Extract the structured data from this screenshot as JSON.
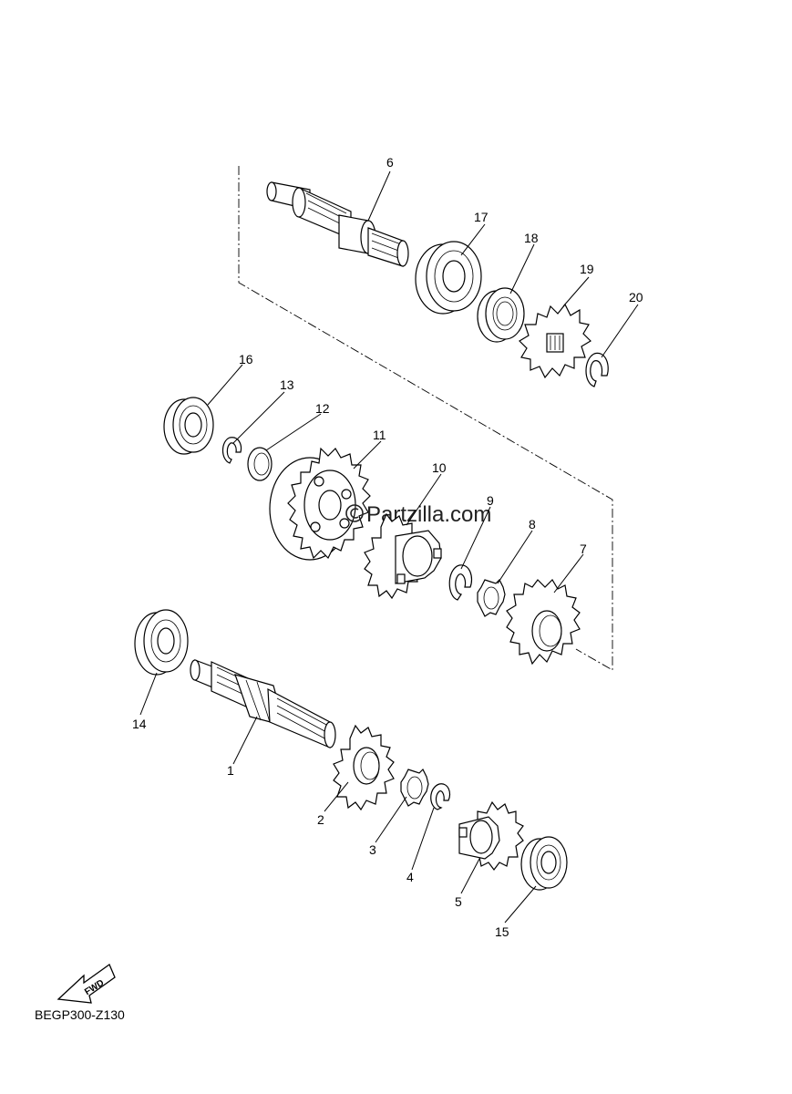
{
  "diagram": {
    "code": "BEGP300-Z130",
    "watermark": "Partzilla.com",
    "fwd_label": "FWD",
    "part_numbers": [
      "1",
      "2",
      "3",
      "4",
      "5",
      "6",
      "7",
      "8",
      "9",
      "10",
      "11",
      "12",
      "13",
      "14",
      "15",
      "16",
      "17",
      "18",
      "19",
      "20"
    ]
  },
  "icons": {
    "fwd_arrow": "fwd-arrow-icon",
    "copyright": "copyright-icon"
  }
}
